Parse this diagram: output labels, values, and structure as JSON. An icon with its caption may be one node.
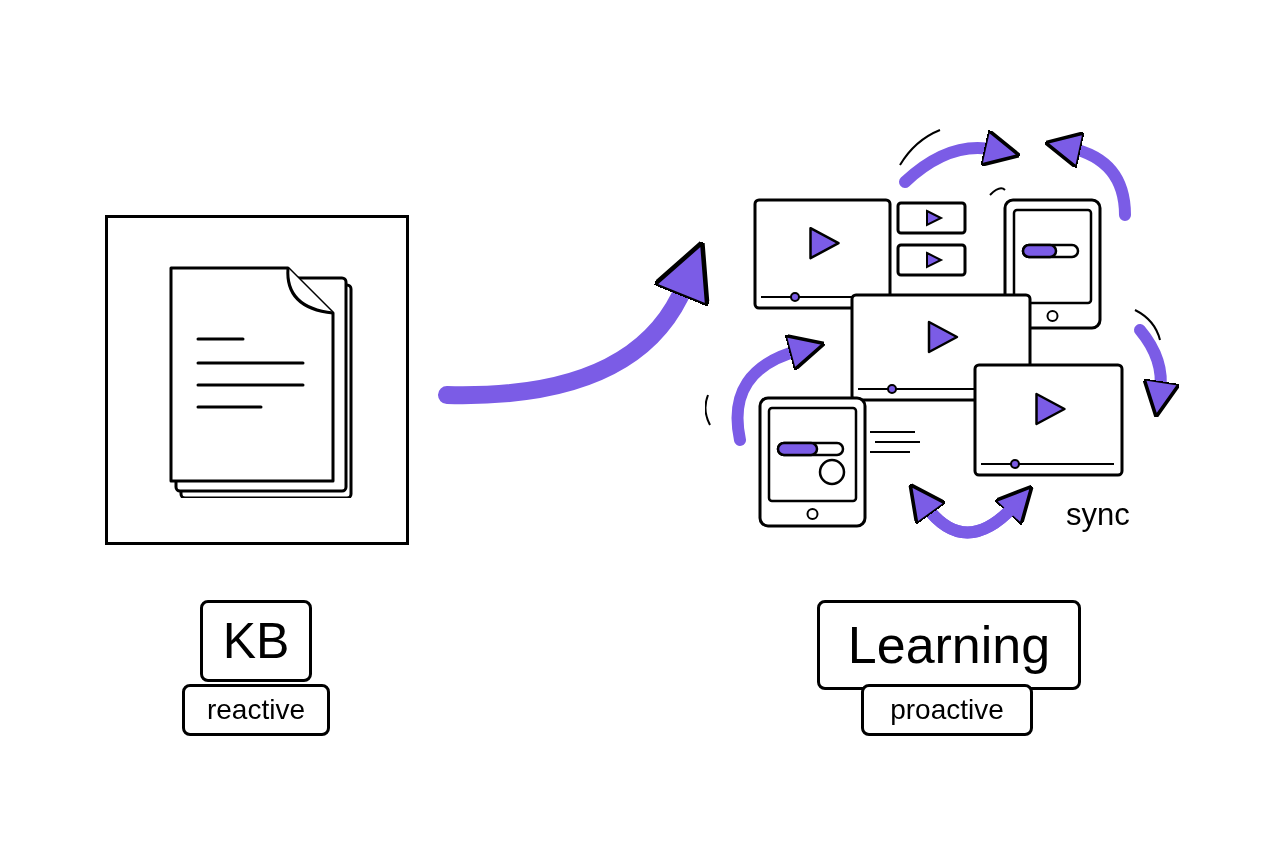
{
  "diagram": {
    "nodes": [
      {
        "text": [],
        "shape": "picture"
      },
      {
        "text": [],
        "shape": "picture"
      },
      {
        "text": [
          "KB"
        ]
      },
      {
        "text": [
          "reactive"
        ]
      },
      {
        "text": [
          "Learning"
        ]
      },
      {
        "text": [
          "proactive"
        ]
      }
    ],
    "edges": [
      {
        "from": 0,
        "to": 1,
        "arrow": "to"
      }
    ],
    "labels": [
      "sync"
    ]
  }
}
